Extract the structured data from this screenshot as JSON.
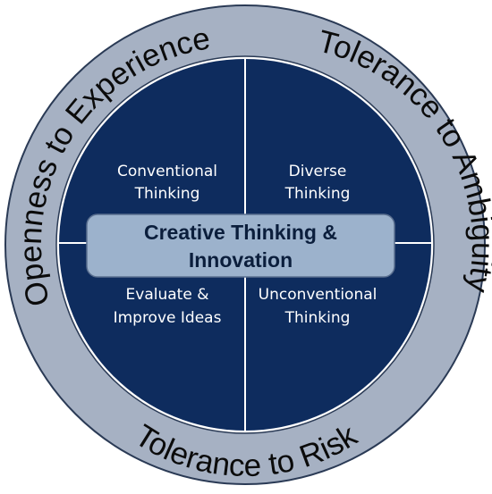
{
  "colors": {
    "outer_ring": "#a6b1c3",
    "ring_border": "#2a3a55",
    "core": "#0e2c5e",
    "divider": "#ffffff",
    "center_box": "#9cb2cc",
    "center_text": "#0b1e3c",
    "quadrant_text": "#ffffff",
    "ring_text": "#0b0b0b"
  },
  "ring_labels": {
    "top_left": "Openness to Experience",
    "top_right": "Tolerance to Ambiguity",
    "bottom": "Tolerance to Risk"
  },
  "center": {
    "line1": "Creative Thinking &",
    "line2": "Innovation"
  },
  "quadrants": {
    "top_left": [
      "Conventional",
      "Thinking"
    ],
    "top_right": [
      "Diverse",
      "Thinking"
    ],
    "bottom_left": [
      "Evaluate &",
      "Improve Ideas"
    ],
    "bottom_right": [
      "Unconventional",
      "Thinking"
    ]
  }
}
